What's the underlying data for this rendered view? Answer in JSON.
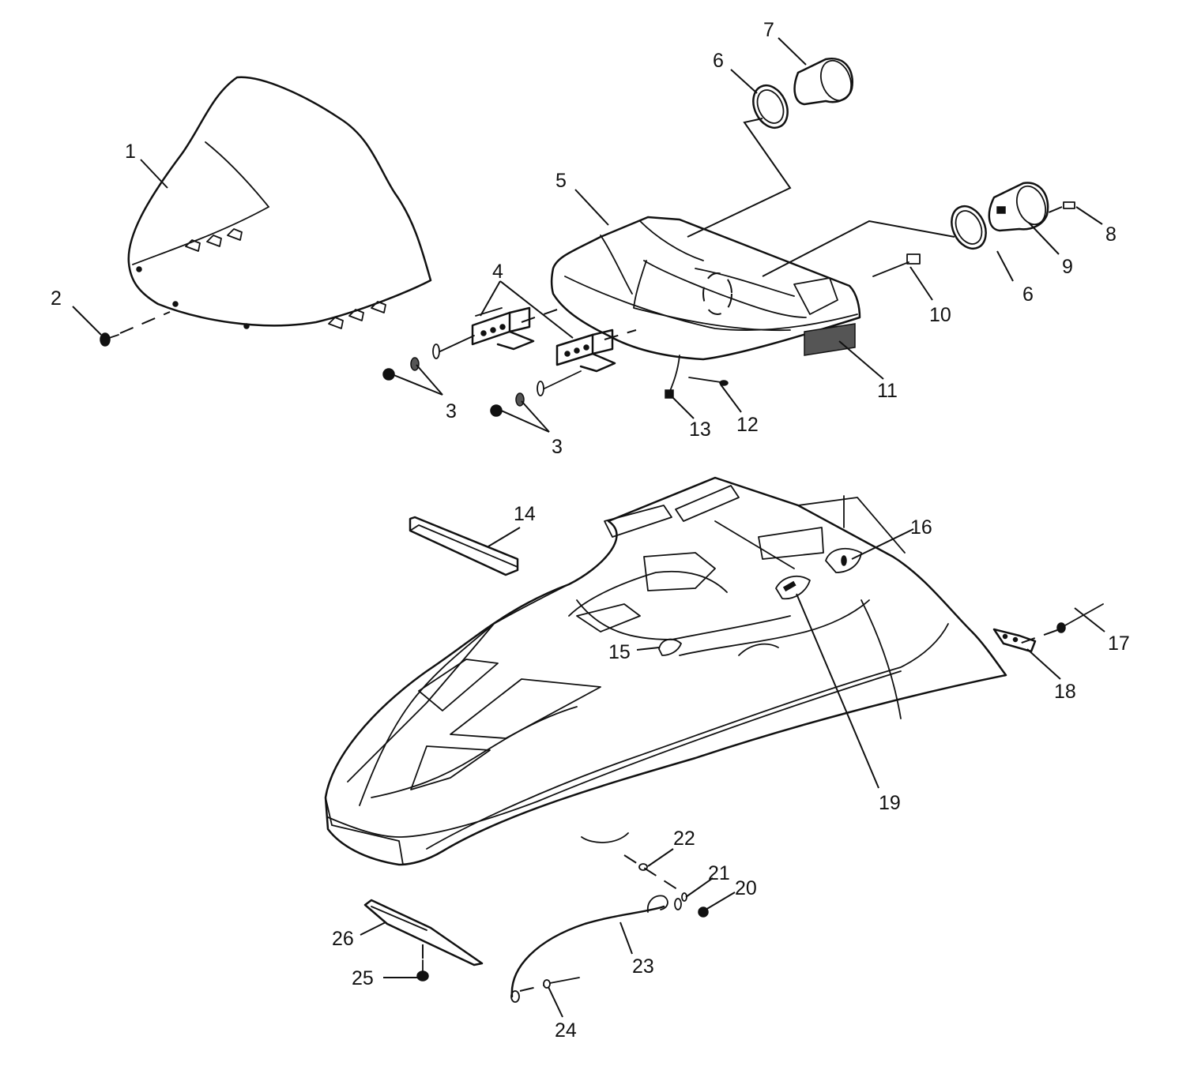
{
  "callouts": {
    "c1": "1",
    "c2": "2",
    "c3a": "3",
    "c3b": "3",
    "c4": "4",
    "c5": "5",
    "c6a": "6",
    "c6b": "6",
    "c7": "7",
    "c8": "8",
    "c9": "9",
    "c10": "10",
    "c11": "11",
    "c12": "12",
    "c13": "13",
    "c14": "14",
    "c15": "15",
    "c16": "16",
    "c17": "17",
    "c18": "18",
    "c19": "19",
    "c20": "20",
    "c21": "21",
    "c22": "22",
    "c23": "23",
    "c24": "24",
    "c25": "25",
    "c26": "26"
  }
}
